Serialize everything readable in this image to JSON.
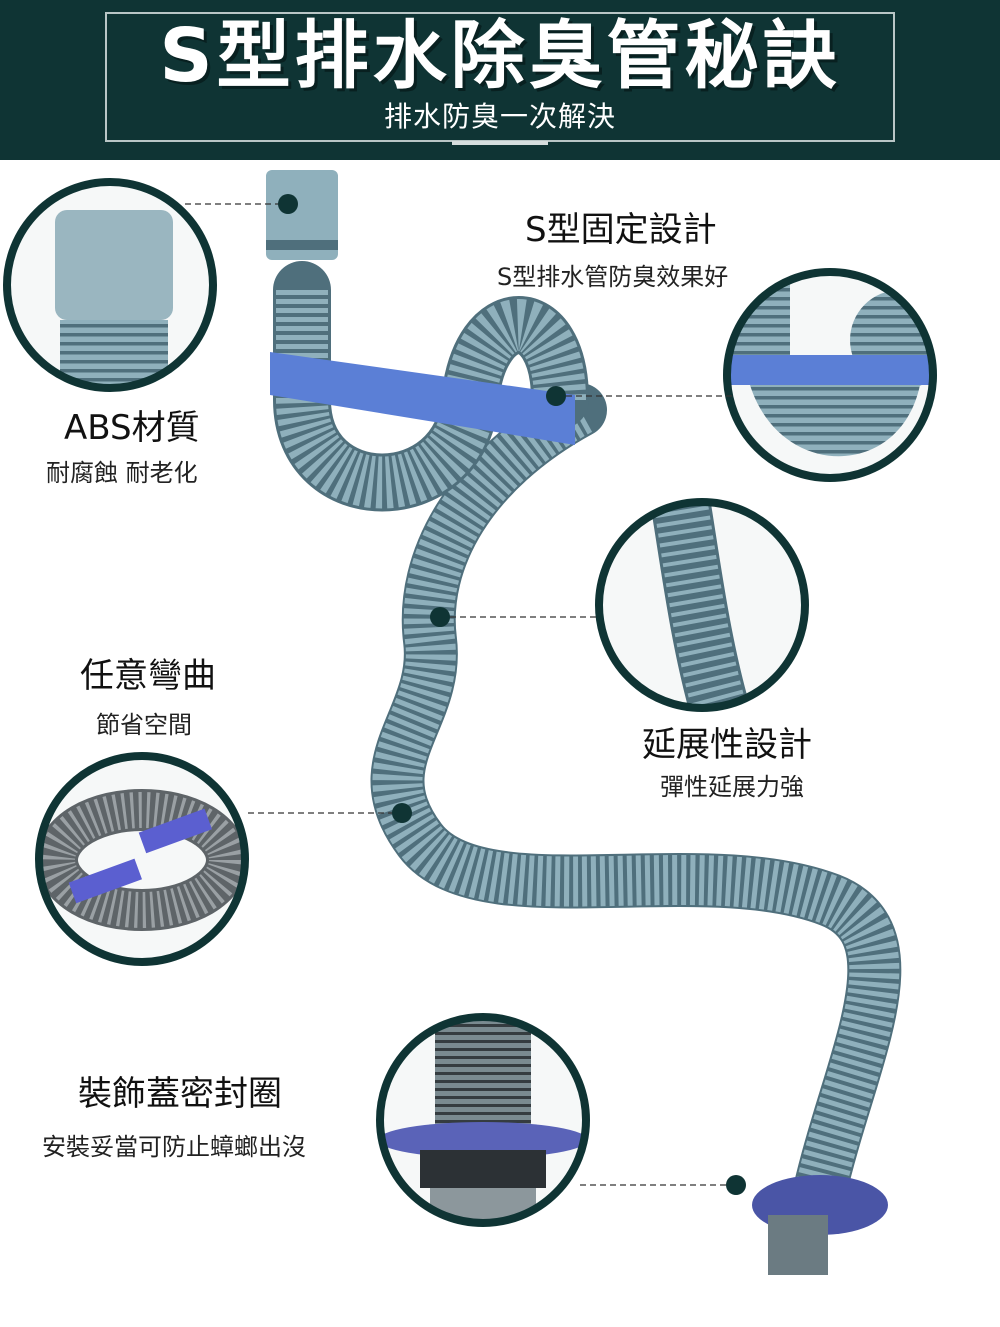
{
  "header": {
    "title": "S型排水除臭管秘訣",
    "subtitle": "排水防臭一次解決"
  },
  "features": [
    {
      "title": "ABS材質",
      "desc": "耐腐蝕  耐老化"
    },
    {
      "title": "S型固定設計",
      "desc": "S型排水管防臭效果好"
    },
    {
      "title": "任意彎曲",
      "desc": "節省空間"
    },
    {
      "title": "延展性設計",
      "desc": "彈性延展力強"
    },
    {
      "title": "裝飾蓋密封圈",
      "desc": "安裝妥當可防止蟑螂出沒"
    }
  ],
  "colors": {
    "header_bg": "#0f3434",
    "circle_border": "#0f3434",
    "hose": "#8fb0bc",
    "bracket": "#5b7fd6",
    "cap": "#4a55a6"
  }
}
